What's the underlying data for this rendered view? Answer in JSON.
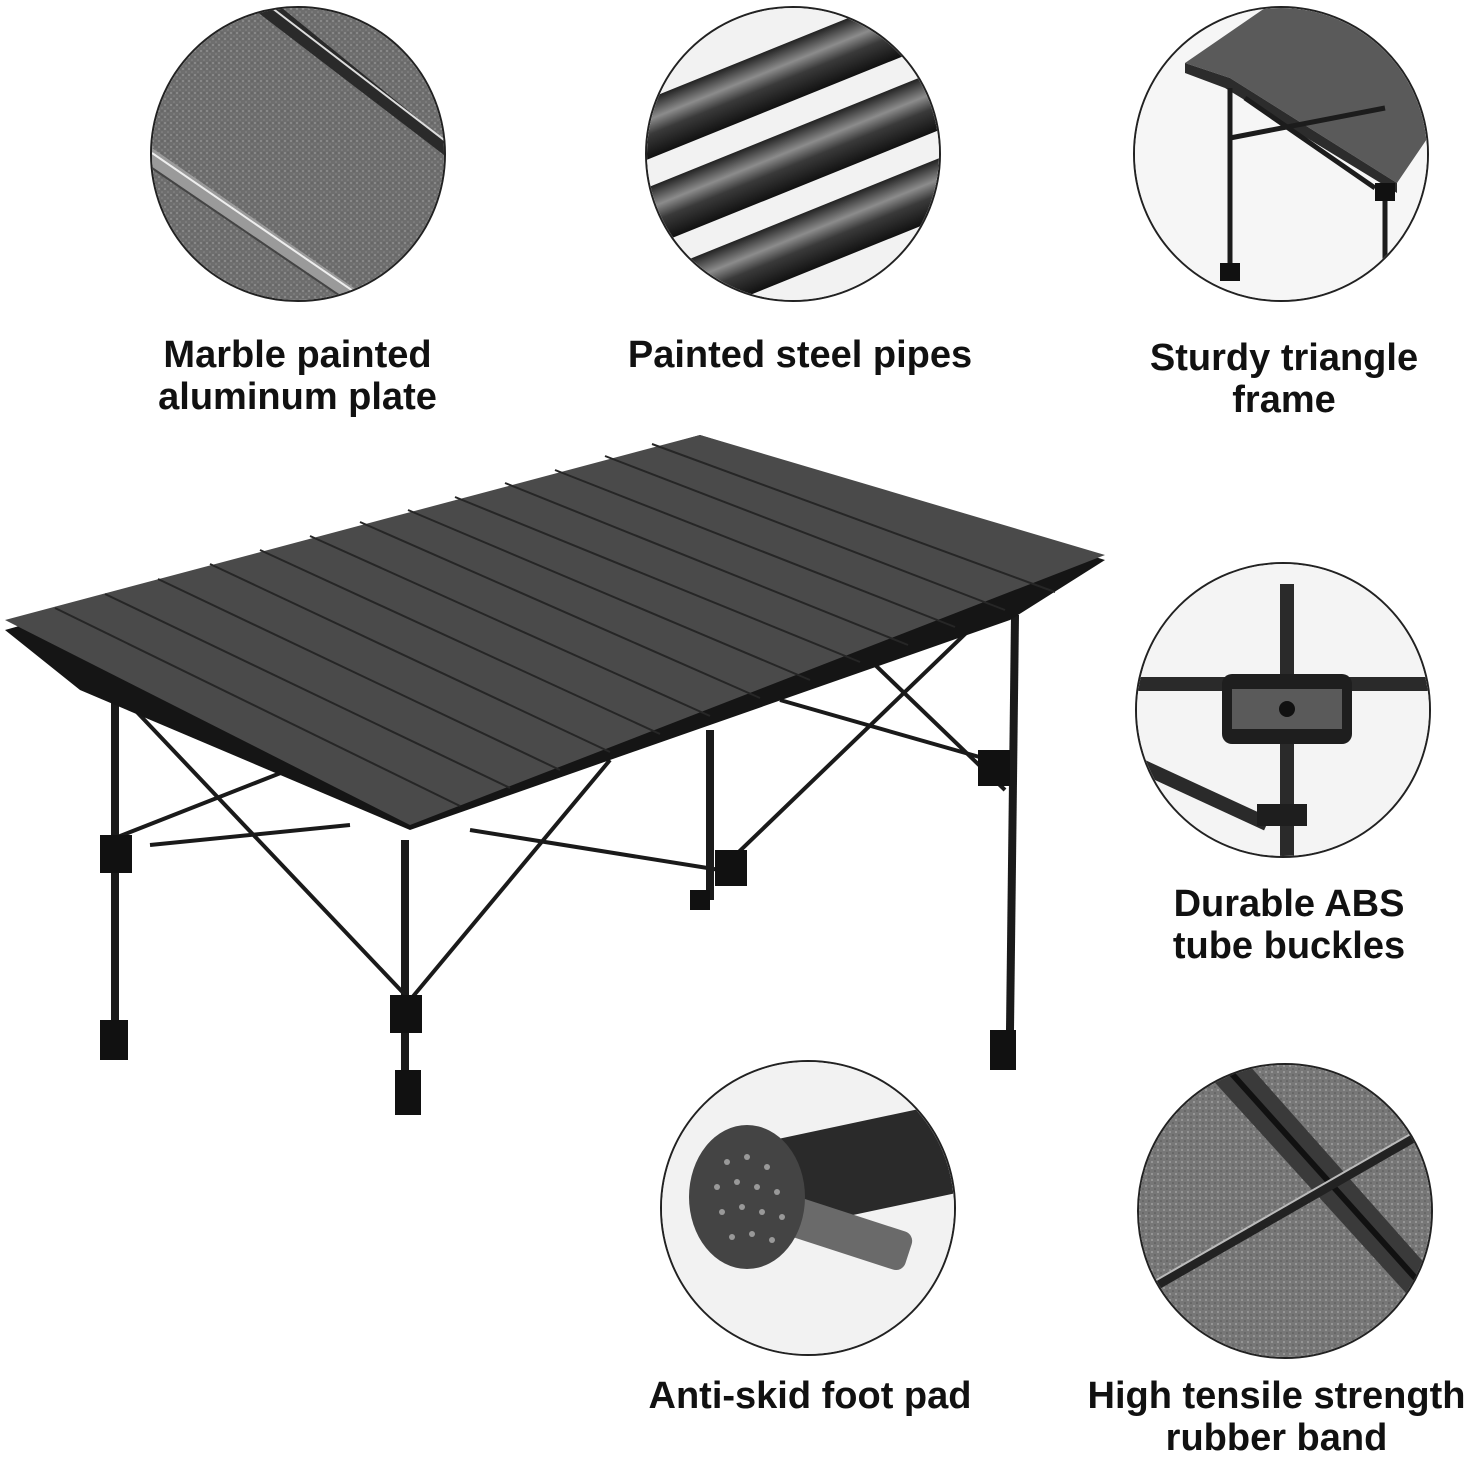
{
  "features": [
    {
      "id": "marble-plate",
      "label_line1": "Marble painted",
      "label_line2": "aluminum plate",
      "icon": "aluminum-plate-closeup"
    },
    {
      "id": "steel-pipes",
      "label_line1": "Painted steel pipes",
      "label_line2": "",
      "icon": "steel-pipes-closeup"
    },
    {
      "id": "triangle-frame",
      "label_line1": "Sturdy triangle",
      "label_line2": "frame",
      "icon": "triangle-frame-closeup"
    },
    {
      "id": "abs-buckles",
      "label_line1": "Durable ABS",
      "label_line2": "tube buckles",
      "icon": "tube-buckle-closeup"
    },
    {
      "id": "foot-pad",
      "label_line1": "Anti-skid foot pad",
      "label_line2": "",
      "icon": "foot-pad-closeup"
    },
    {
      "id": "rubber-band",
      "label_line1": "High tensile strength",
      "label_line2": "rubber band",
      "icon": "rubber-band-closeup"
    }
  ],
  "product": {
    "name": "folding-aluminum-camping-table",
    "color": "#3a3a3a"
  }
}
